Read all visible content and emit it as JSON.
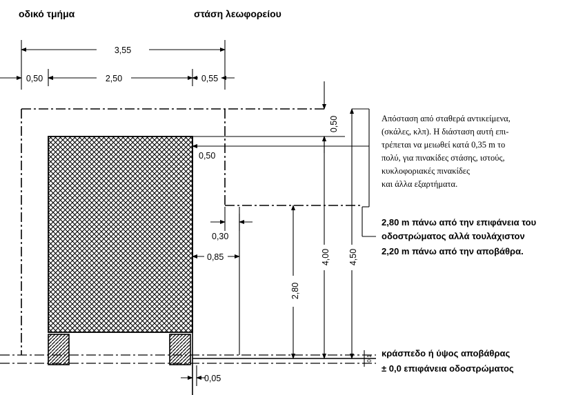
{
  "headers": {
    "left": "οδικό τμήμα",
    "right": "στάση λεωφορείου"
  },
  "dimensions": {
    "total_width": "3,55",
    "left_clearance": "0,50",
    "vehicle_width": "2,50",
    "right_clearance": "0,55",
    "top_clearance": "0,50",
    "side_clearance": "0,50",
    "sign_offset": "0,30",
    "curb_offset": "0,85",
    "sign_height": "2,80",
    "vehicle_height": "4,00",
    "total_height": "4,50",
    "ground_offset": "0,05",
    "small_marker": "0,1"
  },
  "note_lines": [
    "Απόσταση από σταθερά αντικείμενα,",
    "(σκάλες, κλπ). Η διάσταση αυτή επι-",
    "τρέπεται να μειωθεί κατά 0,35 m το",
    "πολύ, για πινακίδες στάσης, ιστούς,",
    "κυκλοφοριακές πινακίδες",
    "και άλλα εξαρτήματα."
  ],
  "height_note_lines": [
    "2,80 m πάνω από την επιφάνεια του",
    "οδοστρώματος αλλά τουλάχιστον",
    "2,20 m πάνω από την αποβάθρα."
  ],
  "ground_labels": {
    "curb": "κράσπεδο ή ύψος αποβάθρας",
    "surface": "± 0,0 επιφάνεια οδοστρώματος"
  }
}
